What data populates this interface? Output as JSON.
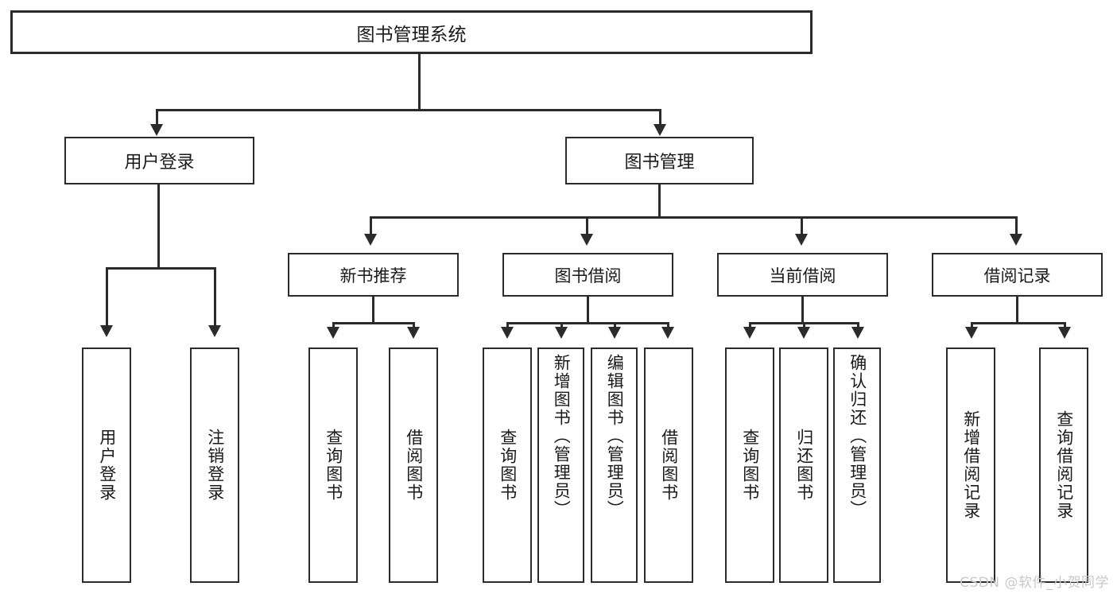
{
  "diagram": {
    "title": "图书管理系统",
    "watermark": "CSDN @软件_小贺同学",
    "root": {
      "label": "图书管理系统"
    },
    "level2": [
      {
        "id": "user-login",
        "label": "用户登录"
      },
      {
        "id": "book-management",
        "label": "图书管理"
      }
    ],
    "level3": [
      {
        "id": "new-book-recommend",
        "label": "新书推荐"
      },
      {
        "id": "book-borrow",
        "label": "图书借阅"
      },
      {
        "id": "current-borrow",
        "label": "当前借阅"
      },
      {
        "id": "borrow-record",
        "label": "借阅记录"
      }
    ],
    "leaves": {
      "user_login": [
        {
          "id": "leaf-user-login",
          "label": "用户登录"
        },
        {
          "id": "leaf-logout-login",
          "label": "注销登录"
        }
      ],
      "new_book_recommend": [
        {
          "id": "leaf-query-book-1",
          "label": "查询图书"
        },
        {
          "id": "leaf-borrow-book-1",
          "label": "借阅图书"
        }
      ],
      "book_borrow": [
        {
          "id": "leaf-query-book-2",
          "label": "查询图书"
        },
        {
          "id": "leaf-add-book-admin",
          "label": "新增图书（管理员）"
        },
        {
          "id": "leaf-edit-book-admin",
          "label": "编辑图书（管理员）"
        },
        {
          "id": "leaf-borrow-book-2",
          "label": "借阅图书"
        }
      ],
      "current_borrow": [
        {
          "id": "leaf-query-book-3",
          "label": "查询图书"
        },
        {
          "id": "leaf-return-book",
          "label": "归还图书"
        },
        {
          "id": "leaf-confirm-return-admin",
          "label": "确认归还（管理员）"
        }
      ],
      "borrow_record": [
        {
          "id": "leaf-add-borrow-record",
          "label": "新增借阅记录"
        },
        {
          "id": "leaf-query-borrow-record",
          "label": "查询借阅记录"
        }
      ]
    },
    "colors": {
      "stroke": "#2b2b2b",
      "background": "#ffffff",
      "text": "#1a1a1a",
      "watermark": "#c9c9c9"
    }
  }
}
